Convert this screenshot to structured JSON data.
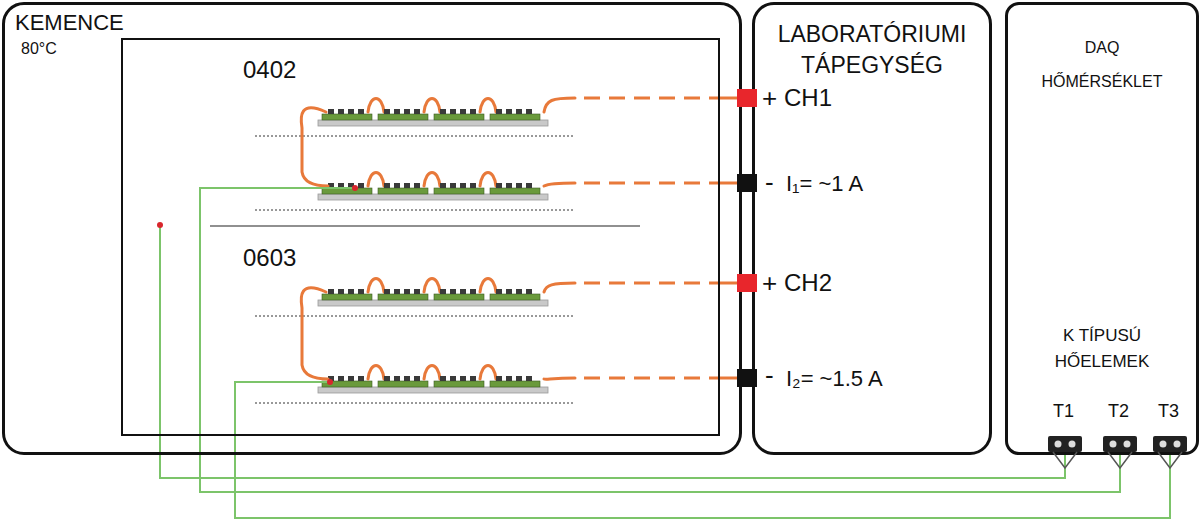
{
  "diagram": {
    "nodes": [
      {
        "text": [
          "KEMENCE",
          "80°C"
        ]
      },
      {
        "text": [
          "0402",
          "0603"
        ],
        "in": 0
      },
      {
        "text": [
          "LABORATÓRIUMI TÁPEGYSÉG"
        ]
      },
      {
        "text": [
          "DAQ",
          "HŐMÉRSÉKLET",
          "K TÍPUSÚ HŐELEMEK"
        ]
      }
    ],
    "edges": [
      {
        "from": 1,
        "to": 2,
        "arrow": "none"
      },
      {
        "from": 1,
        "to": 2,
        "arrow": "none"
      },
      {
        "from": 1,
        "to": 2,
        "arrow": "none"
      },
      {
        "from": 1,
        "to": 2,
        "arrow": "none"
      },
      {
        "from": 0,
        "to": 3,
        "arrow": "none"
      },
      {
        "from": 1,
        "to": 3,
        "arrow": "none"
      },
      {
        "from": 1,
        "to": 3,
        "arrow": "none"
      }
    ],
    "labels": [
      "+",
      "CH1",
      "-",
      "I₁= ~1 A",
      "+",
      "CH2",
      "-",
      "I₂= ~1.5 A",
      "T1",
      "T2",
      "T3"
    ]
  }
}
